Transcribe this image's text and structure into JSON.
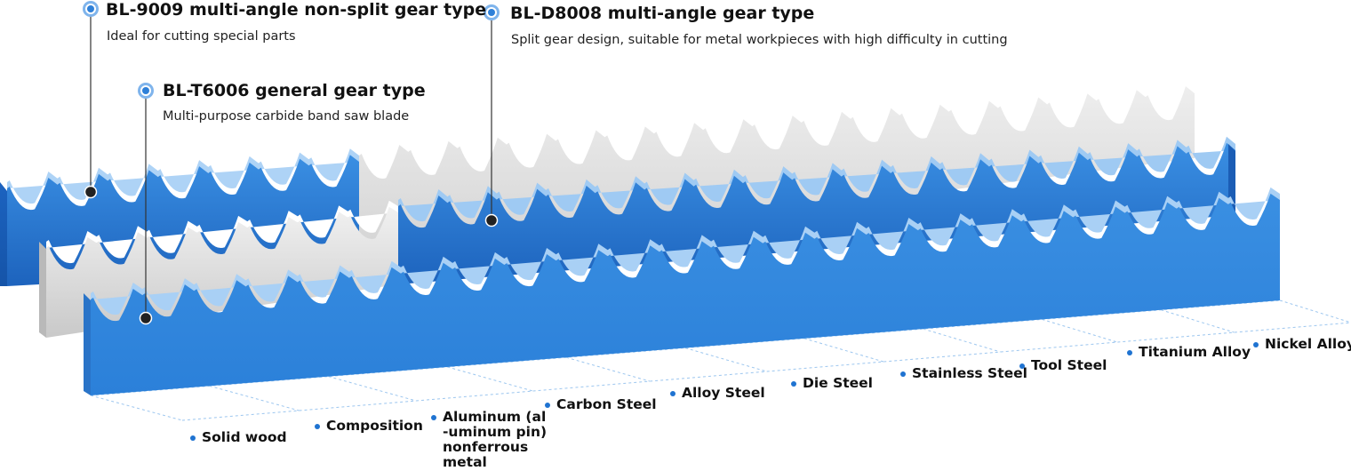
{
  "blades": [
    {
      "title": "BL-9009 multi-angle non-split gear type",
      "description": "Ideal for cutting special parts"
    },
    {
      "title": "BL-D8008 multi-angle gear type",
      "description": "Split gear design, suitable for metal workpieces with high difficulty in cutting"
    },
    {
      "title": "BL-T6006 general gear type",
      "description": "Multi-purpose carbide band saw blade"
    }
  ],
  "materials": [
    "Solid wood",
    "Composition",
    "Aluminum (al -uminum pin) nonferrous metal",
    "Carbon Steel",
    "Alloy Steel",
    "Die Steel",
    "Stainless Steel",
    "Tool Steel",
    "Titanium Alloy",
    "Nickel Alloy"
  ],
  "colors": {
    "blade_blue": "#2f86df",
    "blade_blue_dark": "#1a5fb8",
    "blade_gray": "#dcdcdc",
    "marker": "#3b8de0",
    "guide_line": "#9cc6ef"
  }
}
